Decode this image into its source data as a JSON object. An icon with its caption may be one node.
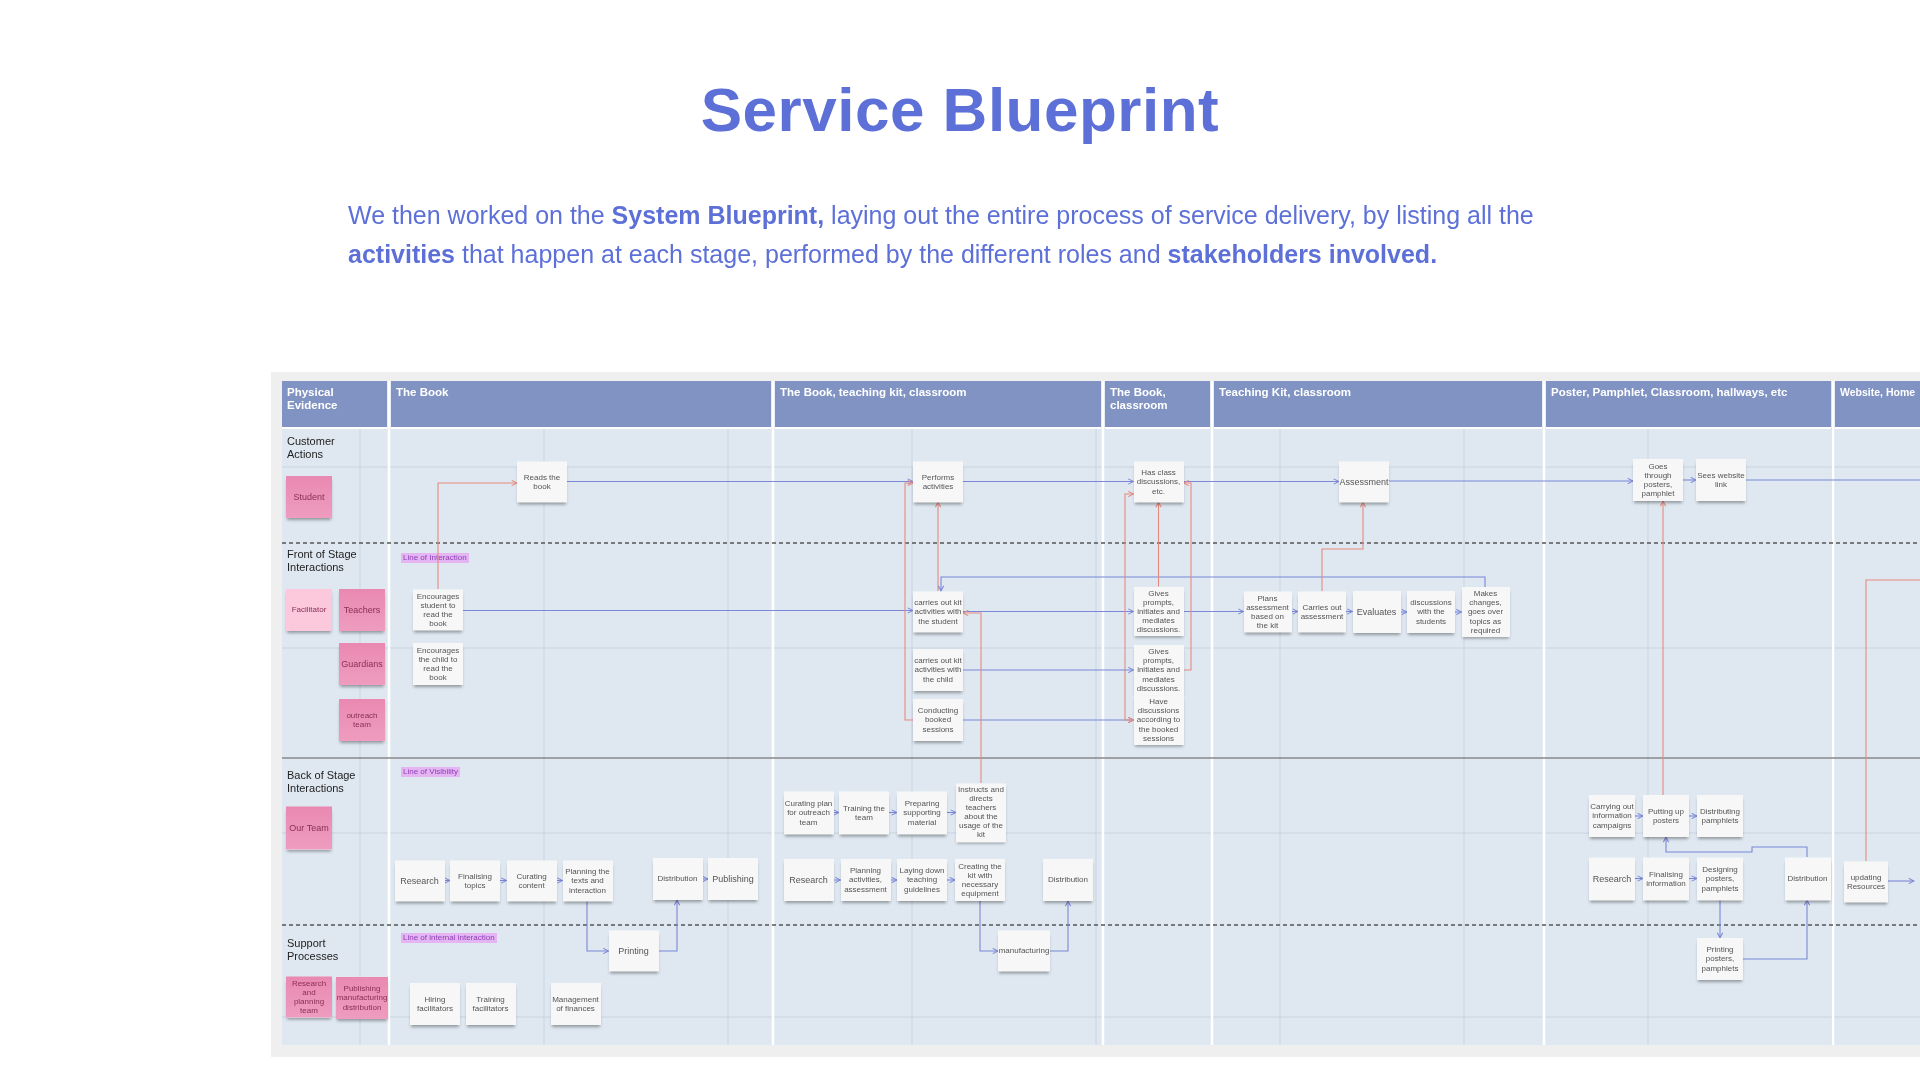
{
  "diagram": {
    "title": "Service Blueprint",
    "caption": "We then worked on the **System Blueprint,** laying out the entire process of service delivery, by listing all the **activities** that happen at each stage, performed by the different roles and **stakeholders involved.**",
    "nodes": [
      {
        "text": [
          "Student"
        ]
      },
      {
        "text": [
          "Reads the book"
        ]
      },
      {
        "text": [
          "Performs activities"
        ]
      },
      {
        "text": [
          "Has class discussions, etc."
        ]
      },
      {
        "text": [
          "Assessment"
        ]
      },
      {
        "text": [
          "Goes through posters, pamphlet"
        ]
      },
      {
        "text": [
          "Sees website link"
        ]
      },
      {
        "text": [
          "Facilitator"
        ]
      },
      {
        "text": [
          "Teachers"
        ]
      },
      {
        "text": [
          "Guardians"
        ]
      },
      {
        "text": [
          "outreach team"
        ]
      },
      {
        "text": [
          "Encourages student to read the book"
        ]
      },
      {
        "text": [
          "Encourages the child to read the book"
        ]
      },
      {
        "text": [
          "carries out kit activities with the student"
        ]
      },
      {
        "text": [
          "carries out kit activities with the child"
        ]
      },
      {
        "text": [
          "Conducting booked sessions"
        ]
      },
      {
        "text": [
          "Gives prompts, initiates and mediates discussions."
        ]
      },
      {
        "text": [
          "Gives prompts, initiates and mediates discussions."
        ]
      },
      {
        "text": [
          "Have discussions according to the booked sessions"
        ]
      },
      {
        "text": [
          "Plans assessment based on the kit"
        ]
      },
      {
        "text": [
          "Carries out assessment"
        ]
      },
      {
        "text": [
          "Evaluates"
        ]
      },
      {
        "text": [
          "discussions with the students"
        ]
      },
      {
        "text": [
          "Makes changes, goes over topics as required"
        ]
      },
      {
        "text": [
          "Our Team"
        ]
      },
      {
        "text": [
          "Research"
        ]
      },
      {
        "text": [
          "Finalising topics"
        ]
      },
      {
        "text": [
          "Curating content"
        ]
      },
      {
        "text": [
          "Planning the texts and interaction"
        ]
      },
      {
        "text": [
          "Distribution"
        ]
      },
      {
        "text": [
          "Publishing"
        ]
      },
      {
        "text": [
          "Curating plan for outreach team"
        ]
      },
      {
        "text": [
          "Training the team"
        ]
      },
      {
        "text": [
          "Preparing supporting material"
        ]
      },
      {
        "text": [
          "Instructs and directs teachers about the usage of the kit"
        ]
      },
      {
        "text": [
          "Research"
        ]
      },
      {
        "text": [
          "Planning activities, assessment"
        ]
      },
      {
        "text": [
          "Laying down teaching guidelines"
        ]
      },
      {
        "text": [
          "Creating the kit with necessary equipment"
        ]
      },
      {
        "text": [
          "Distribution"
        ]
      },
      {
        "text": [
          "Carrying out information campaigns"
        ]
      },
      {
        "text": [
          "Putting up posters"
        ]
      },
      {
        "text": [
          "Distributing pamphlets"
        ]
      },
      {
        "text": [
          "Research"
        ]
      },
      {
        "text": [
          "Finalising information"
        ]
      },
      {
        "text": [
          "Designing posters, pamphlets"
        ]
      },
      {
        "text": [
          "Distribution"
        ]
      },
      {
        "text": [
          "updating Resources"
        ]
      },
      {
        "text": [
          "Research and planning team"
        ]
      },
      {
        "text": [
          "Publishing manufacturing distribution"
        ]
      },
      {
        "text": [
          "Hiring facilitators"
        ]
      },
      {
        "text": [
          "Training facilitators"
        ]
      },
      {
        "text": [
          "Management of finances"
        ]
      },
      {
        "text": [
          "Printing"
        ]
      },
      {
        "text": [
          "manufacturing"
        ]
      },
      {
        "text": [
          "Printing posters, pamphlets"
        ]
      }
    ],
    "edges": [
      {
        "from": 1,
        "to": 2,
        "arrow": "to"
      },
      {
        "from": 2,
        "to": 3,
        "arrow": "to"
      },
      {
        "from": 3,
        "to": 4,
        "arrow": "to"
      },
      {
        "from": 4,
        "to": 5,
        "arrow": "to"
      },
      {
        "from": 5,
        "to": 6,
        "arrow": "to"
      },
      {
        "from": 6,
        "to": null,
        "arrow": "none"
      },
      {
        "from": 11,
        "to": 1,
        "arrow": "to",
        "color": "#e58a7f"
      },
      {
        "from": 11,
        "to": 13,
        "arrow": "to"
      },
      {
        "from": 13,
        "to": 2,
        "arrow": "to",
        "color": "#e58a7f"
      },
      {
        "from": 23,
        "to": 13,
        "arrow": "to"
      },
      {
        "from": 13,
        "to": 16,
        "arrow": "to"
      },
      {
        "from": 16,
        "to": 19,
        "arrow": "to"
      },
      {
        "from": 19,
        "to": 20,
        "arrow": "to"
      },
      {
        "from": 20,
        "to": 21,
        "arrow": "to"
      },
      {
        "from": 21,
        "to": 22,
        "arrow": "to"
      },
      {
        "from": 22,
        "to": 23,
        "arrow": "to"
      },
      {
        "from": 16,
        "to": 3,
        "arrow": "to",
        "color": "#e58a7f"
      },
      {
        "from": 17,
        "to": 3,
        "arrow": "to",
        "color": "#e58a7f"
      },
      {
        "from": 15,
        "to": 2,
        "arrow": "to",
        "color": "#e58a7f"
      },
      {
        "from": 15,
        "to": 18,
        "arrow": "to"
      },
      {
        "from": 18,
        "to": 3,
        "arrow": "both",
        "color": "#e58a7f"
      },
      {
        "from": 14,
        "to": 17,
        "arrow": "to"
      },
      {
        "from": 20,
        "to": 4,
        "arrow": "to",
        "color": "#e58a7f"
      },
      {
        "from": 34,
        "to": 13,
        "arrow": "to",
        "color": "#e58a7f"
      },
      {
        "from": 25,
        "to": 26,
        "arrow": "to"
      },
      {
        "from": 26,
        "to": 27,
        "arrow": "to"
      },
      {
        "from": 27,
        "to": 28,
        "arrow": "to"
      },
      {
        "from": 28,
        "to": 53,
        "arrow": "to"
      },
      {
        "from": 53,
        "to": 29,
        "arrow": "to"
      },
      {
        "from": 29,
        "to": 30,
        "arrow": "to"
      },
      {
        "from": 31,
        "to": 32,
        "arrow": "to"
      },
      {
        "from": 32,
        "to": 33,
        "arrow": "to"
      },
      {
        "from": 33,
        "to": 34,
        "arrow": "to"
      },
      {
        "from": 35,
        "to": 36,
        "arrow": "to"
      },
      {
        "from": 36,
        "to": 37,
        "arrow": "to"
      },
      {
        "from": 37,
        "to": 38,
        "arrow": "to"
      },
      {
        "from": 38,
        "to": 54,
        "arrow": "to"
      },
      {
        "from": 54,
        "to": 39,
        "arrow": "to"
      },
      {
        "from": 40,
        "to": 41,
        "arrow": "to"
      },
      {
        "from": 41,
        "to": 42,
        "arrow": "to"
      },
      {
        "from": 43,
        "to": 44,
        "arrow": "to"
      },
      {
        "from": 44,
        "to": 45,
        "arrow": "to"
      },
      {
        "from": 45,
        "to": 55,
        "arrow": "to"
      },
      {
        "from": 55,
        "to": 46,
        "arrow": "to"
      },
      {
        "from": 46,
        "to": 41,
        "arrow": "to"
      },
      {
        "from": 41,
        "to": 5,
        "arrow": "to",
        "color": "#e58a7f"
      },
      {
        "from": 47,
        "to": null,
        "arrow": "none",
        "color": "#e58a7f"
      },
      {
        "from": 47,
        "to": null,
        "arrow": "to"
      }
    ],
    "labels": [
      "Physical Evidence",
      "The Book",
      "The Book, teaching kit, classroom",
      "The Book, classroom",
      "Teaching Kit, classroom",
      "Poster, Pamphlet, Classroom, hallways, etc",
      "Website, Home",
      "Customer Actions",
      "Front of Stage Interactions",
      "Line of Interaction",
      "Back of Stage Interactions",
      "Line of Visibility",
      "Support Processes",
      "Line of internal interaction"
    ]
  }
}
